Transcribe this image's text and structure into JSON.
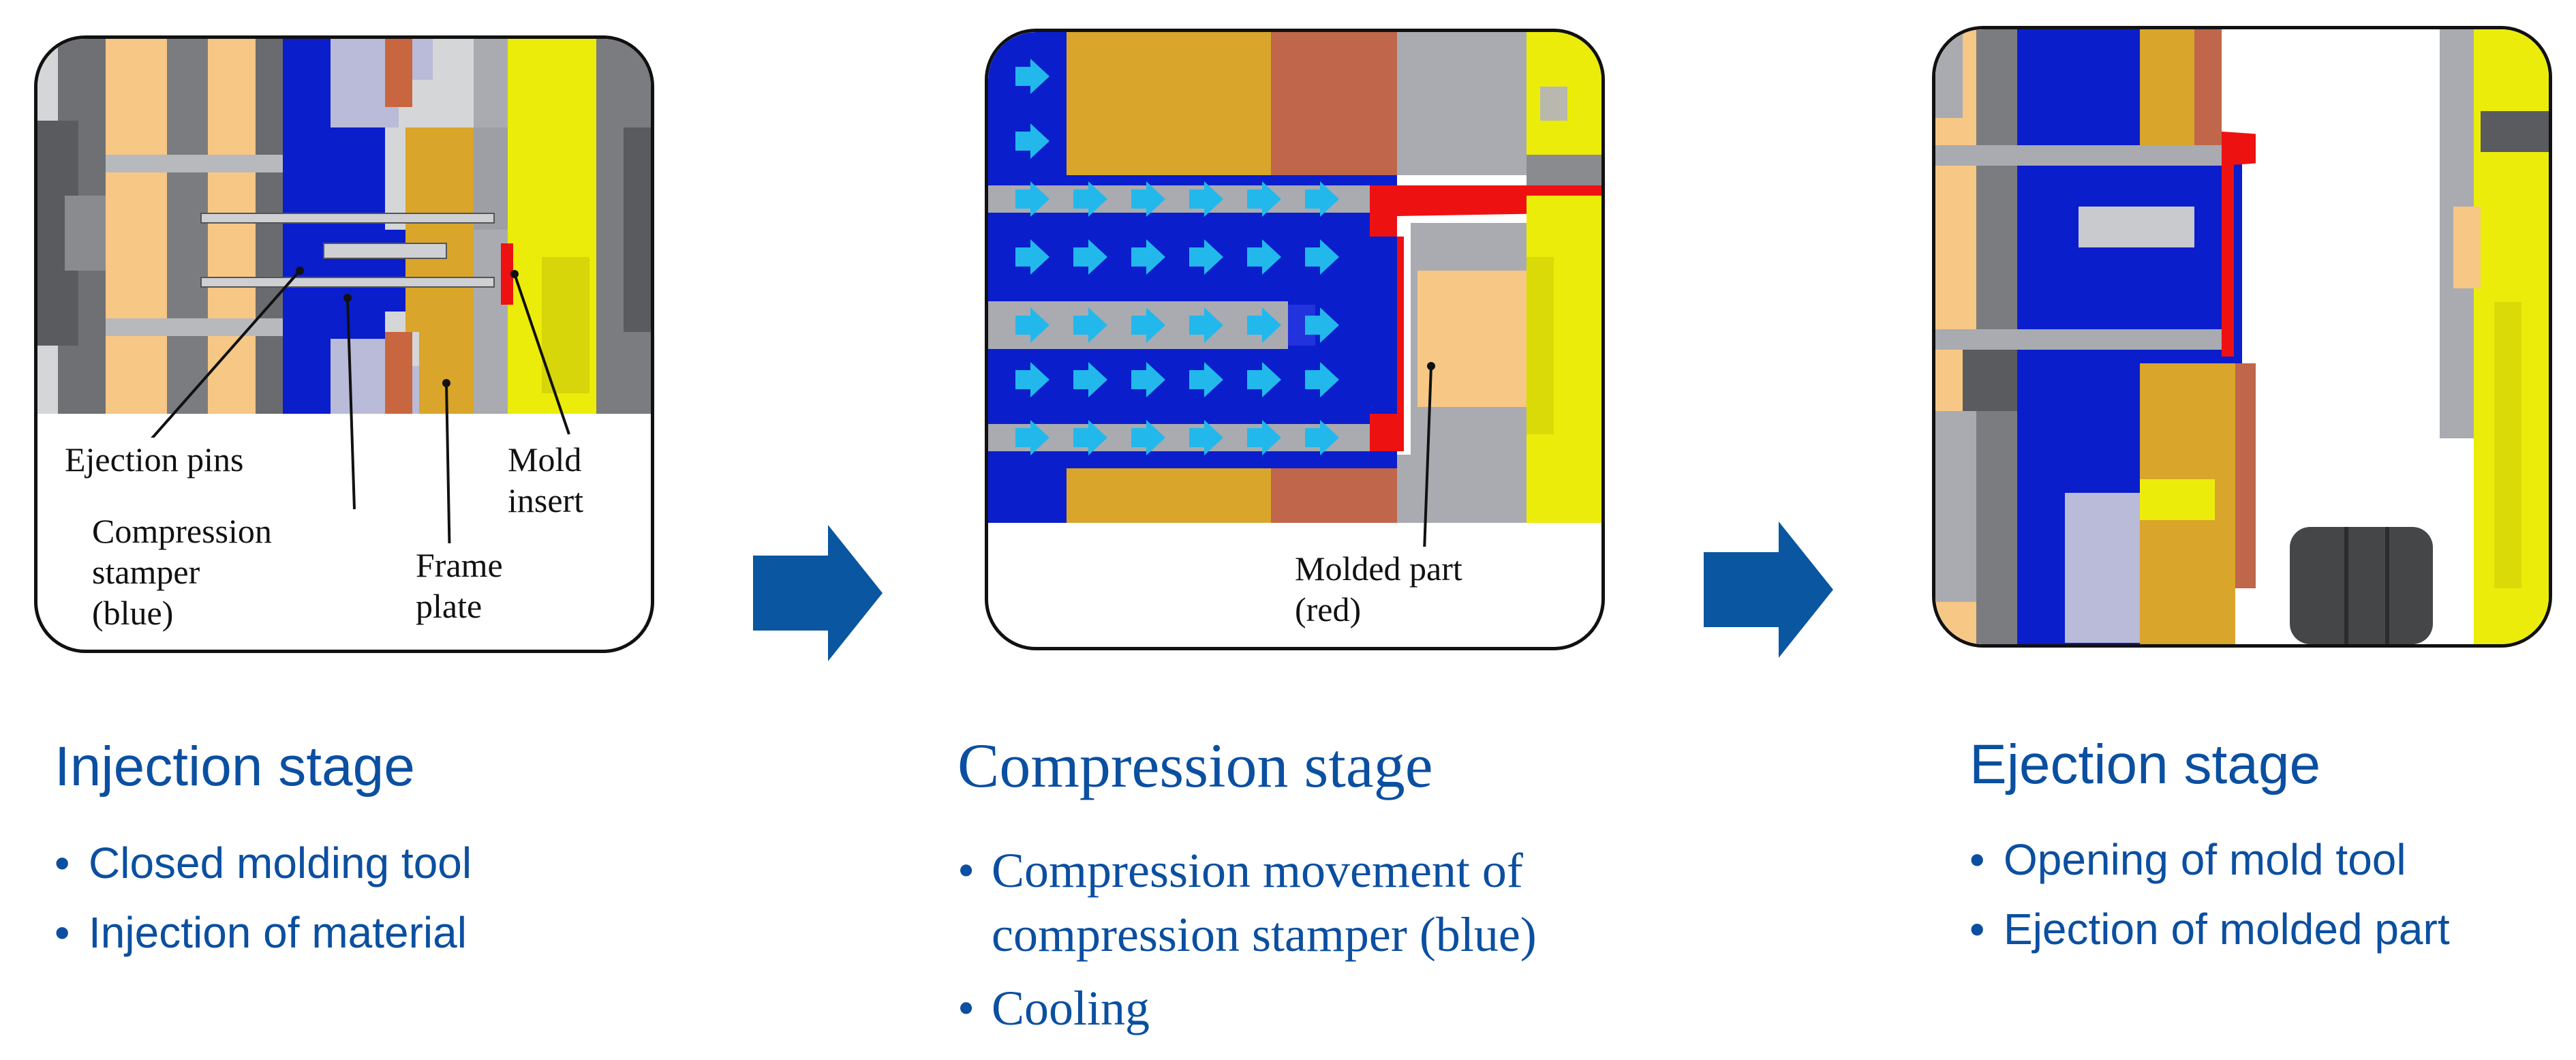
{
  "colors": {
    "accent_text": "#0b4fa0",
    "arrow": "#0a56a0",
    "stamper_blue": "#0a1ecc",
    "part_red": "#ee1111",
    "frame_gold": "#d9a52a",
    "insert_yellow": "#ecec0a",
    "steel_gray": "#a9abb0",
    "flow_arrow_cyan": "#22b8ec"
  },
  "panels": [
    {
      "id": "injection",
      "callouts": {
        "ejection_pins": "Ejection pins",
        "compression_stamper": "Compression\nstamper\n(blue)",
        "frame_plate": "Frame\nplate",
        "mold_insert": "Mold\ninsert"
      }
    },
    {
      "id": "compression",
      "callouts": {
        "molded_part": "Molded part\n(red)"
      }
    },
    {
      "id": "ejection",
      "callouts": {}
    }
  ],
  "stages": [
    {
      "title": "Injection stage",
      "bullets": [
        "Closed molding tool",
        "Injection of material"
      ]
    },
    {
      "title": "Compression stage",
      "bullets": [
        "Compression movement of compression stamper (blue)",
        "Cooling"
      ]
    },
    {
      "title": "Ejection stage",
      "bullets": [
        "Opening of mold tool",
        "Ejection of molded part"
      ]
    }
  ]
}
